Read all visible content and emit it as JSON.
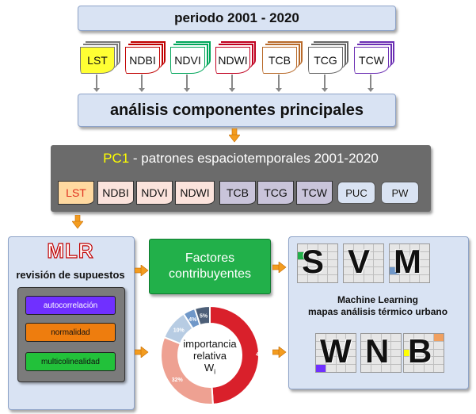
{
  "title": "periodo 2001 - 2020",
  "inputs": [
    {
      "label": "LST",
      "color": "#ffff33"
    },
    {
      "label": "NDBI",
      "color": "#c00000"
    },
    {
      "label": "NDVI",
      "color": "#00a65a"
    },
    {
      "label": "NDWI",
      "color": "#c0001f"
    },
    {
      "label": "TCB",
      "color": "#b86a2a"
    },
    {
      "label": "TCG",
      "color": "#666666"
    },
    {
      "label": "TCW",
      "color": "#6b2fb3"
    }
  ],
  "pca_label": "análisis componentes principales",
  "pc1": {
    "prefix": "PC1",
    "title": " - patrones espaciotemporales 2001-2020",
    "chips": [
      {
        "label": "LST",
        "color": "#ffd9a0"
      },
      {
        "label": "NDBI",
        "color": "#fbe3dc"
      },
      {
        "label": "NDVI",
        "color": "#fbe3dc"
      },
      {
        "label": "NDWI",
        "color": "#fbe3dc"
      },
      {
        "label": "TCB",
        "color": "#c9c4da"
      },
      {
        "label": "TCG",
        "color": "#c9c4da"
      },
      {
        "label": "TCW",
        "color": "#c9c4da"
      }
    ],
    "extras": [
      "PUC",
      "PW"
    ]
  },
  "mlr": {
    "title": "MLR",
    "subtitle": "revisión de supuestos",
    "assumptions": [
      {
        "label": "autocorrelación",
        "color": "#7030ff"
      },
      {
        "label": "normalidad",
        "color": "#ee7d0e"
      },
      {
        "label": "multicolinealidad",
        "color": "#22c13a"
      }
    ]
  },
  "factores": "Factores\ncontribuyentes",
  "importance": {
    "center_lines": [
      "importancia",
      "relativa",
      "W",
      "i"
    ],
    "slices": [
      {
        "value": 49,
        "label": "49%",
        "color": "#d9202b"
      },
      {
        "value": 32,
        "label": "32%",
        "color": "#eea192"
      },
      {
        "value": 10,
        "label": "10%",
        "color": "#b7cce3"
      },
      {
        "value": 4,
        "label": "4%",
        "color": "#6f97c8"
      },
      {
        "value": 5,
        "label": "5%",
        "color": "#4d5f78"
      }
    ]
  },
  "ml": {
    "line1": "Machine Learning",
    "line2": "mapas análisis térmico urbano",
    "top_letters": [
      "S",
      "V",
      "M"
    ],
    "bottom_letters": [
      "W",
      "N",
      "B"
    ]
  },
  "colors": {
    "orange_arrow": "#f39c1f",
    "green_box": "#22b04a",
    "pc1_yellow": "#ffff00"
  }
}
